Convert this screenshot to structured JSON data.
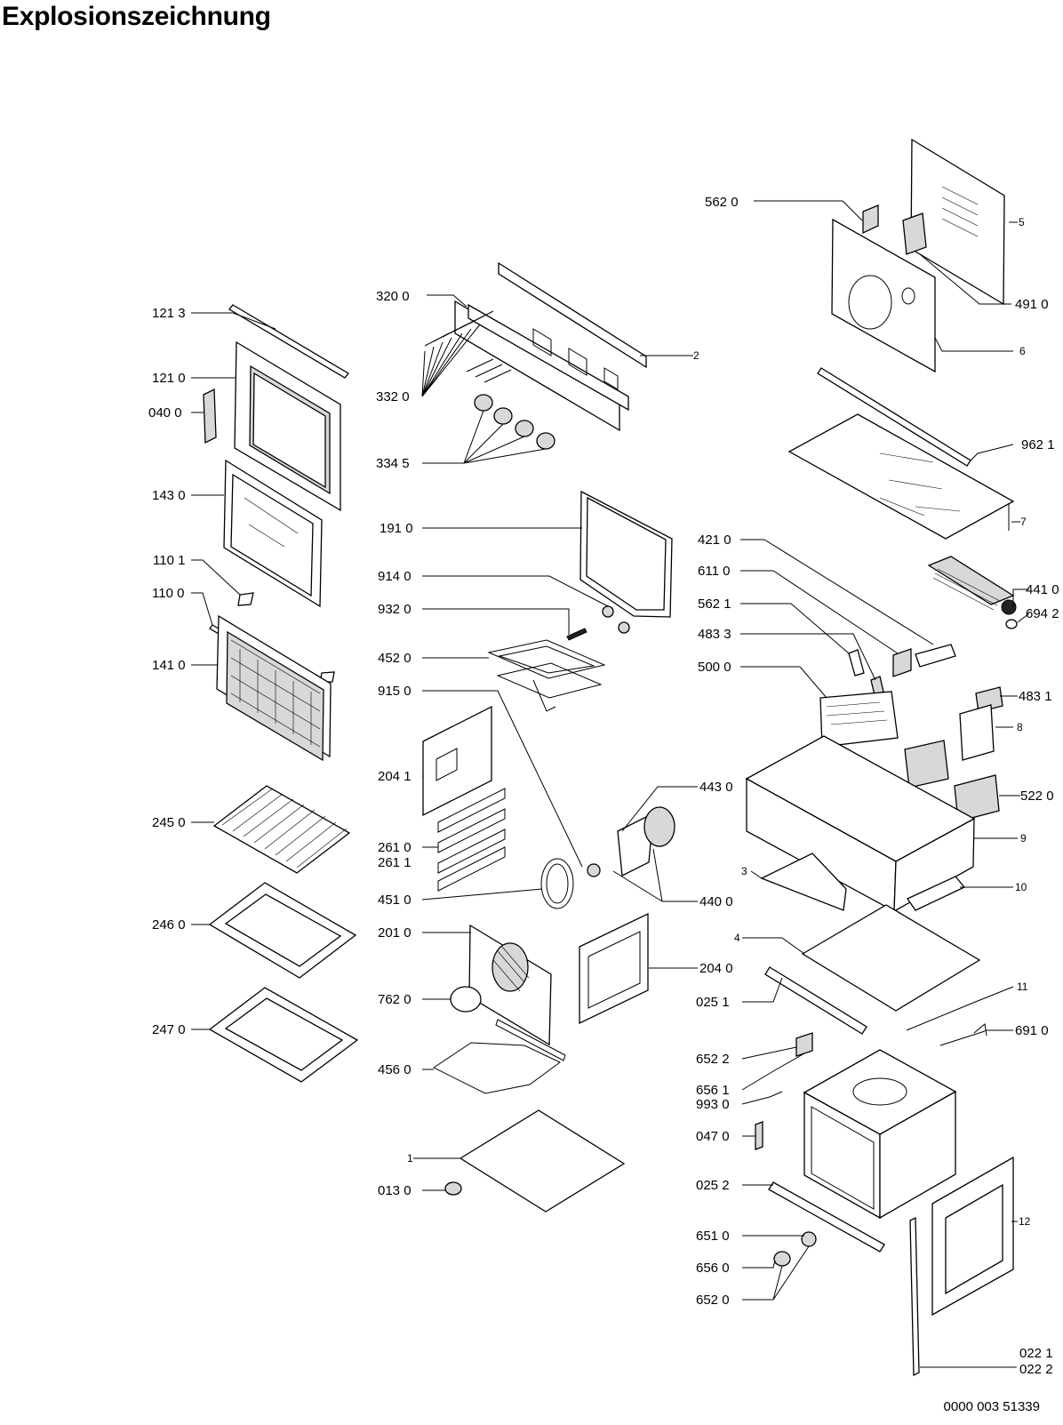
{
  "title": "Explosionszeichnung",
  "document_number": "0000 003 51339",
  "part_labels": [
    "562 0",
    "5",
    "491 0",
    "320 0",
    "2",
    "6",
    "121 3",
    "121 0",
    "040 0",
    "332 0",
    "334 5",
    "962 1",
    "143 0",
    "191 0",
    "7",
    "110 1",
    "110 0",
    "914 0",
    "932 0",
    "421 0",
    "611 0",
    "441 0",
    "562 1",
    "694 2",
    "452 0",
    "483 3",
    "141 0",
    "500 0",
    "483 1",
    "915 0",
    "8",
    "204 1",
    "443 0",
    "522 0",
    "245 0",
    "261 0",
    "261 1",
    "9",
    "3",
    "451 0",
    "440 0",
    "10",
    "246 0",
    "201 0",
    "4",
    "204 0",
    "025 1",
    "11",
    "762 0",
    "691 0",
    "247 0",
    "652 2",
    "456 0",
    "656 1",
    "993 0",
    "047 0",
    "1",
    "013 0",
    "025 2",
    "12",
    "651 0",
    "656 0",
    "652 0",
    "022 1",
    "022 2"
  ]
}
